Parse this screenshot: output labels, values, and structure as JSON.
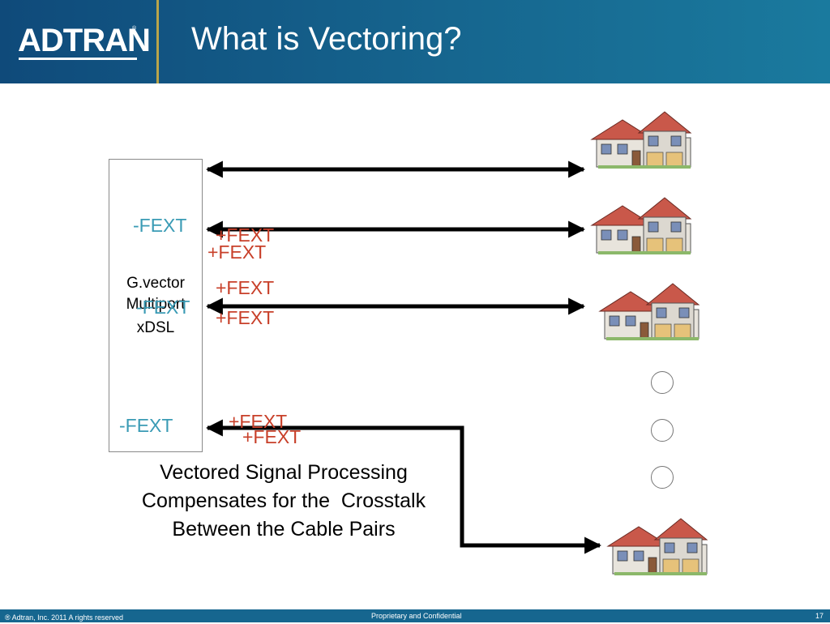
{
  "header": {
    "logo_text": "ADTRAN",
    "logo_mark": "®",
    "title": "What is Vectoring?"
  },
  "diagram": {
    "box_label": [
      "G.vector",
      "Multiport",
      "xDSL"
    ],
    "fext_labels": [
      {
        "id": "minus-1",
        "text": "-FEXT"
      },
      {
        "id": "plus-1",
        "text": "+FEXT"
      },
      {
        "id": "plus-2",
        "text": "+FEXT"
      },
      {
        "id": "plus-3",
        "text": "+FEXT"
      },
      {
        "id": "minus-2",
        "text": "-FEXT"
      },
      {
        "id": "plus-4",
        "text": "+FEXT"
      },
      {
        "id": "minus-3",
        "text": "-FEXT"
      },
      {
        "id": "plus-5",
        "text": "+FEXT"
      },
      {
        "id": "plus-6",
        "text": "+FEXT"
      }
    ],
    "icons": [
      "house-icon",
      "ellipsis-dot"
    ],
    "colors": {
      "minus_fext": "#3a9bb5",
      "plus_fext": "#c8402a",
      "header": "#16668f",
      "accent": "#b9a44a"
    }
  },
  "caption": [
    "Vectored Signal Processing",
    "Compensates for the  Crosstalk",
    "Between the Cable Pairs"
  ],
  "footer": {
    "left": "® Adtran, Inc. 2011 A rights reserved",
    "center": "Proprietary and Confidential",
    "page_number": "17"
  }
}
